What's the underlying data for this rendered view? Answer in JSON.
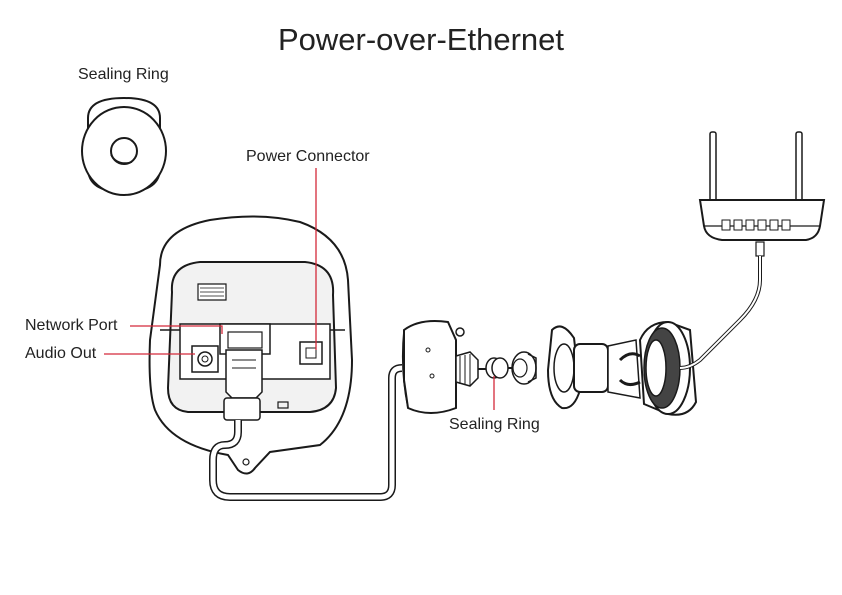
{
  "title": "Power-over-Ethernet",
  "labels": {
    "sealing_ring_top": "Sealing Ring",
    "power_connector": "Power Connector",
    "network_port": "Network Port",
    "audio_out": "Audio Out",
    "sealing_ring_bottom": "Sealing Ring"
  },
  "colors": {
    "leader": "#d4293a",
    "line": "#1a1a1a",
    "shade": "#666666",
    "light": "#f2f2f2"
  }
}
